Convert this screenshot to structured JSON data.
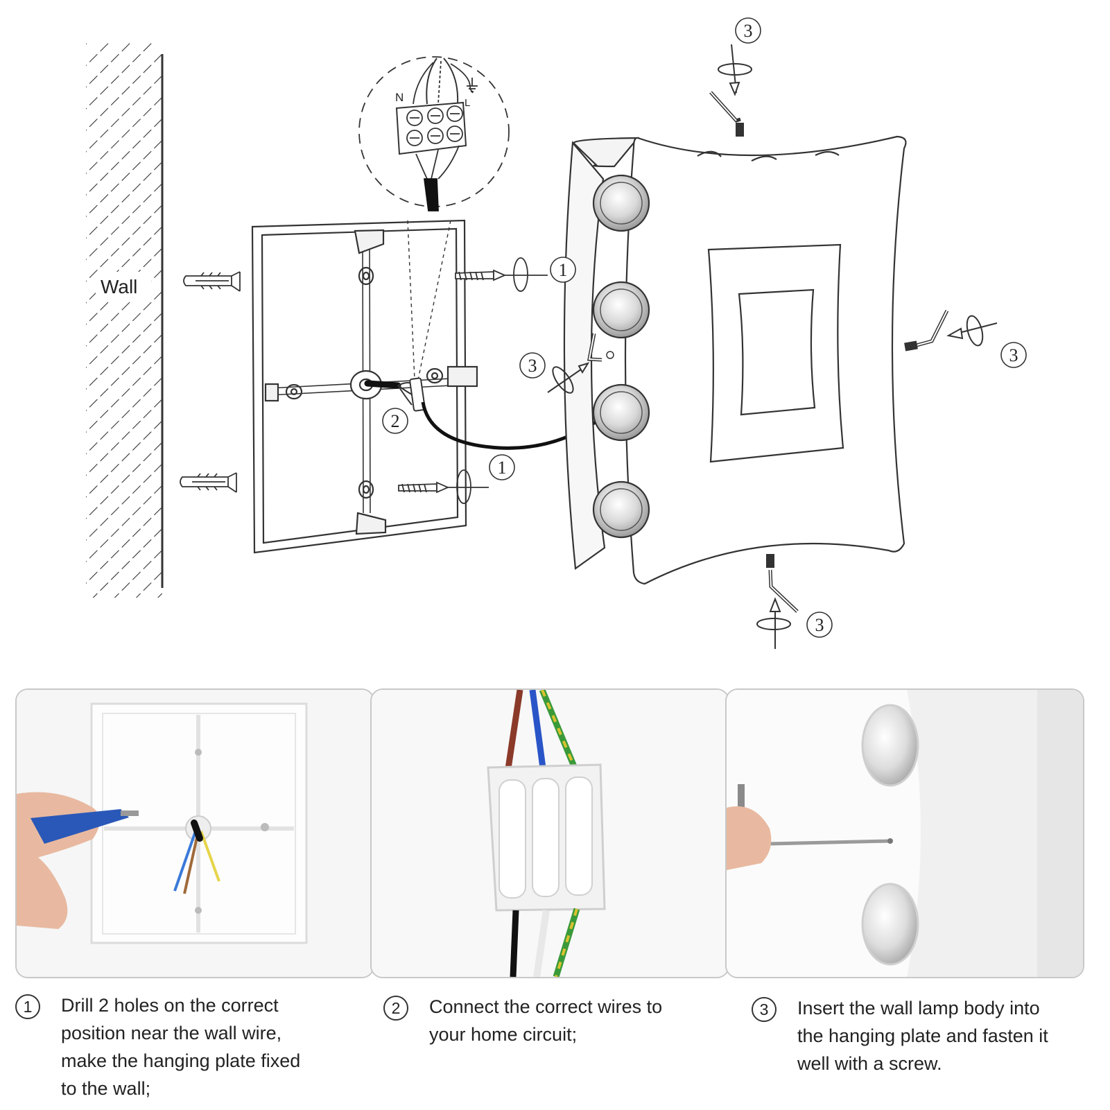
{
  "diagram": {
    "wall_label": "Wall",
    "wire_labels": {
      "neutral": "N",
      "live": "L"
    },
    "callouts": {
      "screw_top": "1",
      "screw_bottom": "1",
      "connector": "2",
      "set_screw_top": "3",
      "set_screw_left": "3",
      "set_screw_right": "3",
      "set_screw_bottom": "3"
    }
  },
  "steps": [
    {
      "number": "1",
      "lines": [
        "Drill 2 holes on the correct",
        "position near the wall wire,",
        "make the hanging plate fixed",
        "to the wall;"
      ]
    },
    {
      "number": "2",
      "lines": [
        "Connect the correct wires to",
        "your home circuit;"
      ]
    },
    {
      "number": "3",
      "lines": [
        "Insert the wall lamp body into",
        "the hanging plate and fasten it",
        "well with a screw."
      ]
    }
  ],
  "colors": {
    "line": "#333333",
    "cable": "#111111",
    "wire_brown": "#8b3a2a",
    "wire_blue": "#2a55c8",
    "wire_yellow": "#d9c230",
    "wire_green": "#3a9a3a",
    "screwdriver": "#2a58b8"
  }
}
